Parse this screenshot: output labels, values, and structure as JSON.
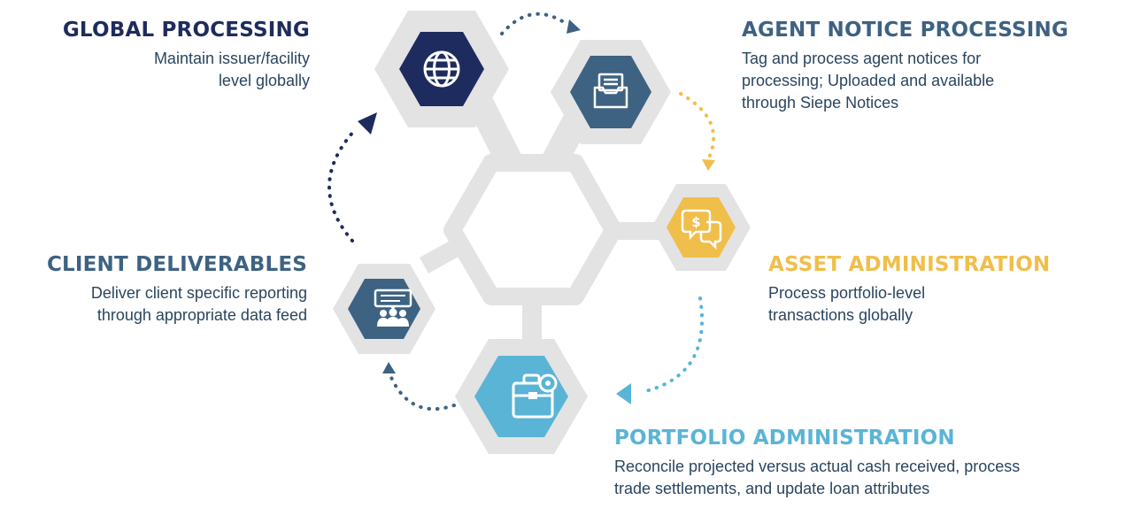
{
  "colors": {
    "navy": "#1e2b5e",
    "steel_blue": "#3d6282",
    "gold": "#f0be4a",
    "light_blue": "#5ab4d6",
    "hex_frame": "#e3e3e3",
    "desc_text": "#2a4560"
  },
  "processes": {
    "global_processing": {
      "title": "GLOBAL PROCESSING",
      "description_lines": [
        "Maintain issuer/facility",
        "level globally"
      ],
      "icon": "globe-icon",
      "color": "#1e2b5e"
    },
    "agent_notice_processing": {
      "title": "AGENT NOTICE PROCESSING",
      "description_lines": [
        "Tag and process agent notices for",
        "processing; Uploaded and available",
        "through Siepe Notices"
      ],
      "icon": "inbox-tray-icon",
      "color": "#3d6282"
    },
    "asset_administration": {
      "title": "ASSET ADMINISTRATION",
      "description_lines": [
        "Process portfolio-level",
        "transactions globally"
      ],
      "icon": "dollar-chat-icon",
      "color": "#f0be4a"
    },
    "portfolio_administration": {
      "title": "PORTFOLIO ADMINISTRATION",
      "description_lines": [
        "Reconcile projected versus actual cash received, process",
        "trade settlements, and update loan attributes"
      ],
      "icon": "briefcase-gear-icon",
      "color": "#5ab4d6"
    },
    "client_deliverables": {
      "title": "CLIENT DELIVERABLES",
      "description_lines": [
        "Deliver client specific reporting",
        "through appropriate data feed"
      ],
      "icon": "presentation-group-icon",
      "color": "#3d6282"
    }
  }
}
